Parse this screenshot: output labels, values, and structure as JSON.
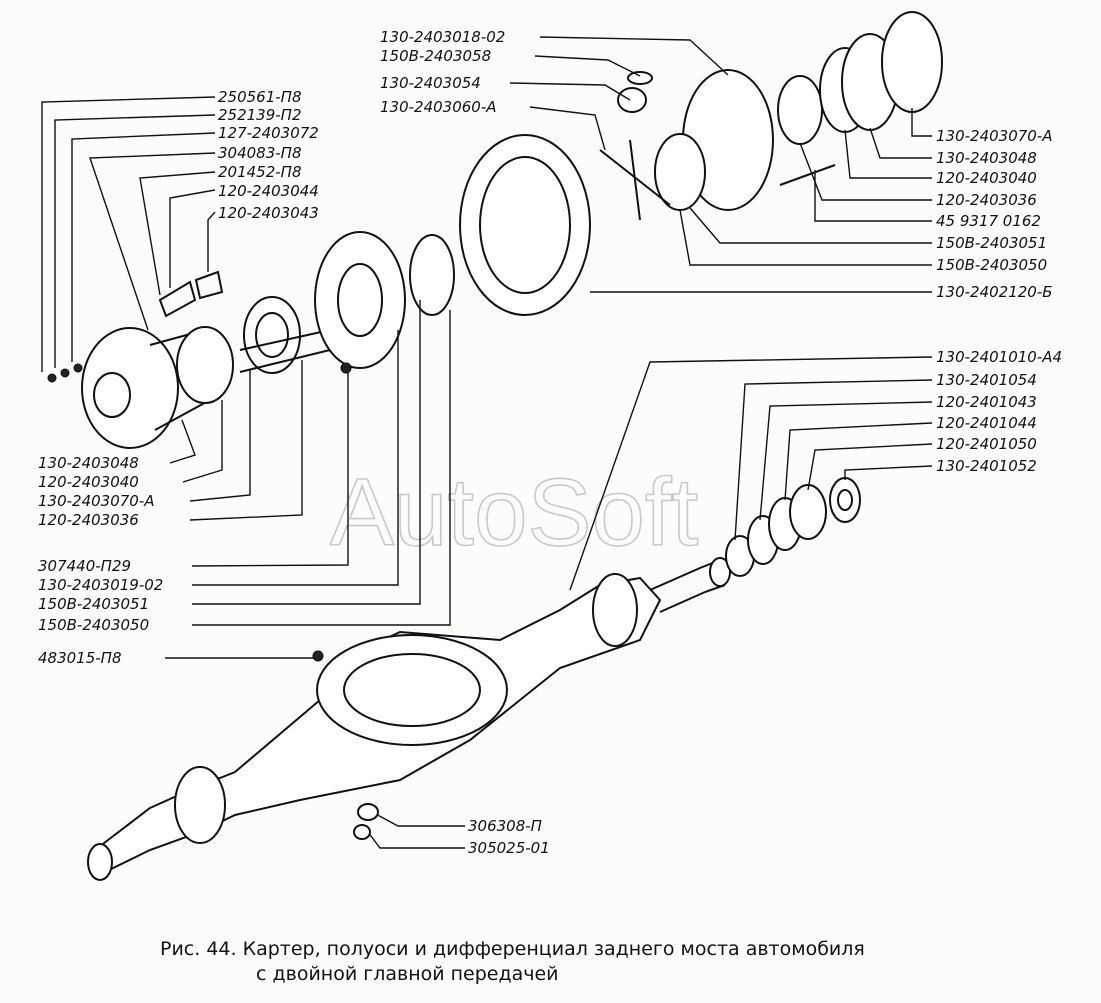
{
  "figure": {
    "caption_line1": "Рис. 44. Картер, полуоси и дифференциал заднего моста автомобиля",
    "caption_line2": "с двойной главной передачей",
    "watermark": "AutoSoft"
  },
  "labels": {
    "l1": "250561-П8",
    "l2": "252139-П2",
    "l3": "127-2403072",
    "l4": "304083-П8",
    "l5": "201452-П8",
    "l6": "120-2403044",
    "l7": "120-2403043",
    "l8": "130-2403048",
    "l9": "120-2403040",
    "l10": "130-2403070-А",
    "l11": "120-2403036",
    "l12": "307440-П29",
    "l13": "130-2403019-02",
    "l14": "150В-2403051",
    "l15": "150В-2403050",
    "l16": "483015-П8",
    "t1": "130-2403018-02",
    "t2": "150В-2403058",
    "t3": "130-2403054",
    "t4": "130-2403060-А",
    "r1": "130-2403070-А",
    "r2": "130-2403048",
    "r3": "120-2403040",
    "r4": "120-2403036",
    "r5": "45  9317  0162",
    "r6": "150В-2403051",
    "r7": "150В-2403050",
    "r8": "130-2402120-Б",
    "m1": "130-2401010-А4",
    "m2": "130-2401054",
    "m3": "120-2401043",
    "m4": "120-2401044",
    "m5": "120-2401050",
    "m6": "130-2401052",
    "b1": "306308-П",
    "b2": "305025-01"
  }
}
